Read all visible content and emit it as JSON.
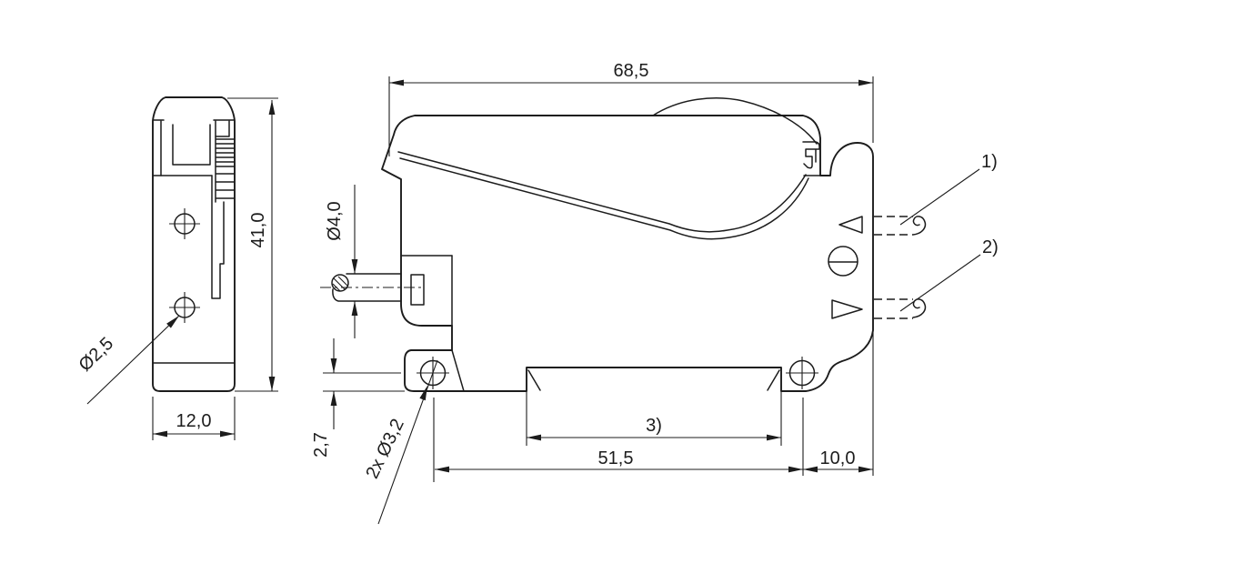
{
  "dimensions": {
    "overall_length": "68,5",
    "body_height": "41,0",
    "body_width": "12,0",
    "side_hole_diameter": "Ø2,5",
    "plunger_diameter": "Ø4,0",
    "hole_bottom_offset": "2,7",
    "mounting_holes": "2x Ø3,2",
    "hole_spacing": "51,5",
    "edge_offset": "10,0"
  },
  "callouts": {
    "ref_1": "1)",
    "ref_2": "2)",
    "ref_3": "3)"
  },
  "colors": {
    "ink": "#1c1c1c",
    "background": "#ffffff"
  }
}
